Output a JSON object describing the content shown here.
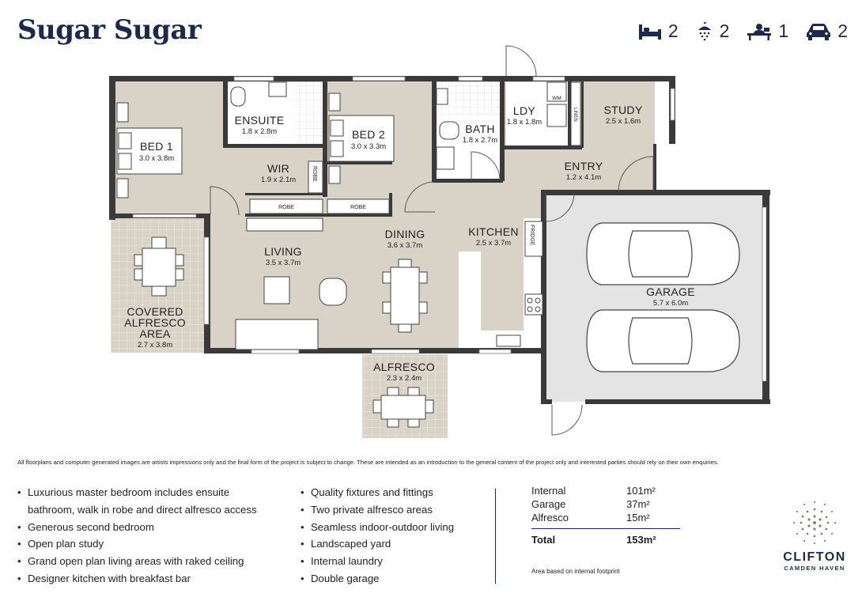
{
  "title": "Sugar Sugar",
  "specs": {
    "bedrooms": "2",
    "bathrooms": "2",
    "study": "1",
    "cars": "2"
  },
  "rooms": {
    "bed1": {
      "name": "BED 1",
      "dim": "3.0 x 3.8m"
    },
    "ensuite": {
      "name": "ENSUITE",
      "dim": "1.8 x 2.8m"
    },
    "bed2": {
      "name": "BED 2",
      "dim": "3.0 x 3.3m"
    },
    "bath": {
      "name": "BATH",
      "dim": "1.8 x 2.7m"
    },
    "ldy": {
      "name": "LDY",
      "dim": "1.8 x 1.8m"
    },
    "study": {
      "name": "STUDY",
      "dim": "2.5 x 1.6m"
    },
    "wir": {
      "name": "WIR",
      "dim": "1.9 x 2.1m"
    },
    "entry": {
      "name": "ENTRY",
      "dim": "1.2 x 4.1m"
    },
    "living": {
      "name": "LIVING",
      "dim": "3.5 x 3.7m"
    },
    "dining": {
      "name": "DINING",
      "dim": "3.6 x 3.7m"
    },
    "kitchen": {
      "name": "KITCHEN",
      "dim": "2.5 x 3.7m"
    },
    "garage": {
      "name": "GARAGE",
      "dim": "5.7 x 6.0m"
    },
    "covered_alfresco": {
      "name_lines": [
        "COVERED",
        "ALFRESCO",
        "AREA"
      ],
      "dim": "2.7 x 3.8m"
    },
    "alfresco": {
      "name": "ALFRESCO",
      "dim": "2.3 x 2.4m"
    }
  },
  "fixtures": {
    "robe1": "ROBE",
    "robe2": "ROBE",
    "robe_vertical": "ROBE",
    "fridge": "FRIDGE",
    "wm": "WM",
    "linen": "LINEN"
  },
  "disclaimer": "All floorplans and computer generated images are artists impressions only and the final form of the project is subject to change. These are intended as an introduction to the general content of the project only and interested parties should rely on their own enquiries.",
  "features_left": [
    "Luxurious master bedroom includes ensuite bathroom, walk in robe and direct alfresco access",
    "Generous second bedroom",
    "Open plan study",
    "Grand open plan living areas with raked ceiling",
    "Designer kitchen with breakfast bar"
  ],
  "features_right": [
    "Quality fixtures and fittings",
    "Two private alfresco areas",
    "Seamless indoor-outdoor living",
    "Landscaped yard",
    "Internal laundry",
    "Double garage"
  ],
  "areas": [
    {
      "label": "Internal",
      "value": "101m²"
    },
    {
      "label": "Garage",
      "value": "37m²"
    },
    {
      "label": "Alfresco",
      "value": "15m²"
    }
  ],
  "total": {
    "label": "Total",
    "value": "153m²"
  },
  "area_note": "Area based on internal footprint",
  "logo": {
    "name": "CLIFTON",
    "sub": "CAMDEN HAVEN"
  },
  "colors": {
    "navy": "#1b2a4a",
    "floor": "#d9d2c6",
    "garage_floor": "#e4e4e4",
    "wall": "#3a3a3a"
  }
}
